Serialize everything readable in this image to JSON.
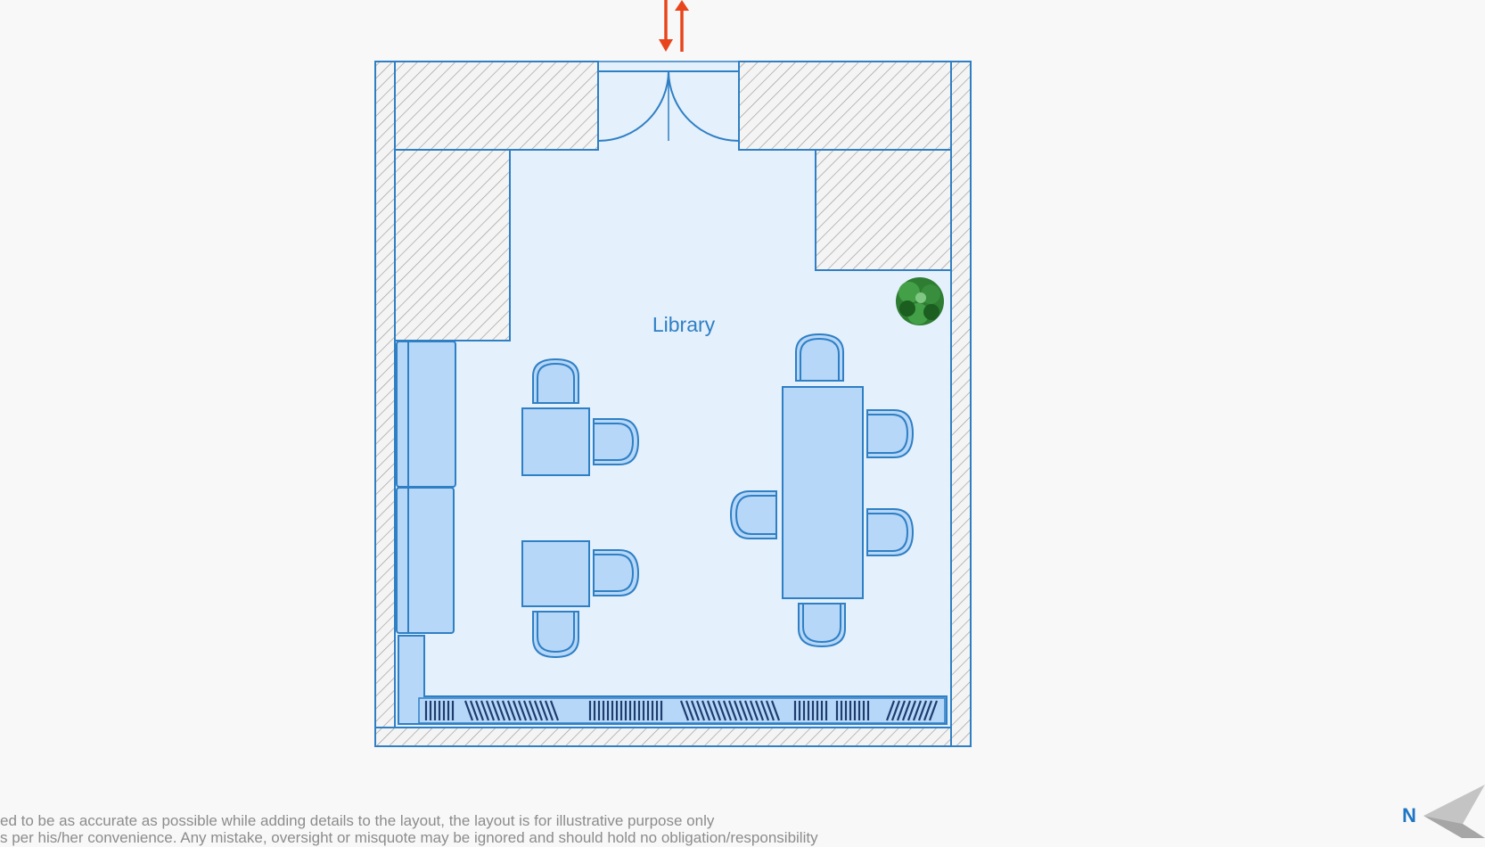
{
  "room": {
    "label": "Library"
  },
  "disclaimer": {
    "line1": "ed to be as accurate as possible while adding details to the layout, the layout is for illustrative purpose only",
    "line2": "s per his/her convenience. Any mistake, oversight or misquote may be ignored and should hold no obligation/responsibility"
  },
  "compass": {
    "label": "N",
    "icon": "north-arrow-icon"
  },
  "entrance": {
    "icon": "entry-exit-arrows-icon"
  },
  "colors": {
    "wall_stroke": "#2f7fc4",
    "floor_fill": "#e4f0fc",
    "furniture_fill": "#b6d7f8",
    "arrow": "#e8451c",
    "plant": "#2e8b2e",
    "compass_label": "#1f76c2",
    "disclaimer_text": "#8c8c8c",
    "background": "#f8f8f8"
  }
}
